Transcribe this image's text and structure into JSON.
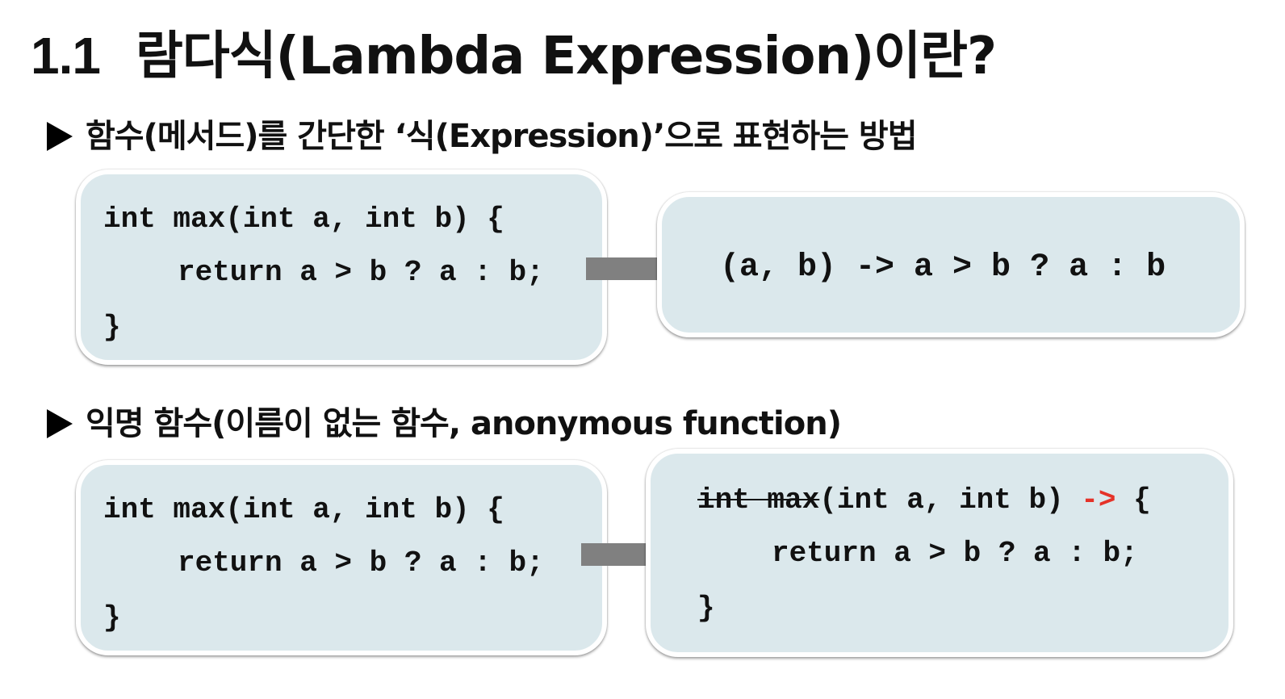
{
  "title": {
    "number": "1.1",
    "text": "람다식(Lambda Expression)이란?"
  },
  "section1": {
    "heading": "함수(메서드)를 간단한 ‘식(Expression)’으로 표현하는 방법",
    "method_code": {
      "line1": "int max(int a, int b) {",
      "line2": "return a > b ? a : b;",
      "line3": "}"
    },
    "lambda_code": "(a, b) -> a > b ? a : b"
  },
  "section2": {
    "heading": "익명 함수(이름이 없는 함수, anonymous function)",
    "method_code": {
      "line1": "int max(int a, int b) {",
      "line2": "return a > b ? a : b;",
      "line3": "}"
    },
    "transformed_code": {
      "struck_part": "int max",
      "params": "(int a, int b)",
      "arrow_token": "->",
      "brace_open": "{",
      "line2": "return a > b ? a : b;",
      "line3": "}"
    }
  },
  "colors": {
    "box_fill": "#dbe8ec",
    "arrow_fill": "#808080",
    "arrow_token": "#e53228"
  },
  "icons": {
    "bullet": "triangle-right-icon",
    "transform_arrow": "right-arrow-icon"
  }
}
